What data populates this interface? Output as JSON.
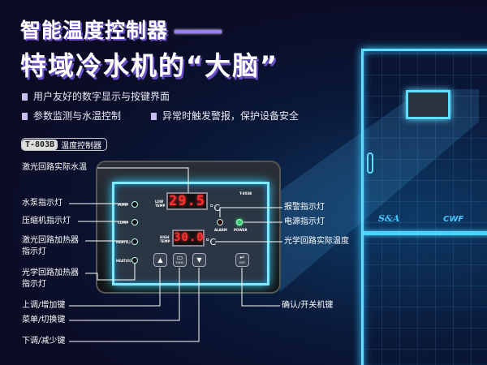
{
  "header": {
    "title_line1": "智能温度控制器",
    "title_line2": "特域冷水机的“大脑”"
  },
  "features": [
    "用户友好的数字显示与按键界面",
    "参数监测与水温控制",
    "异常时触发警报，保护设备安全"
  ],
  "badge": {
    "model": "T-803B",
    "name": "温度控制器"
  },
  "panel": {
    "model": "T-803B",
    "low_temp_label": "LOW TEMP",
    "low_temp_value": "29.5",
    "high_temp_label": "HIGH TEMP",
    "high_temp_value": "30.0",
    "unit": "°C",
    "indicators": [
      "PUMP",
      "COMP",
      "HEAT(L)",
      "HEAT(O)"
    ],
    "alarm": "ALARM",
    "power": "POWER",
    "buttons": {
      "up": "▲",
      "func": "FUNC",
      "down": "▼",
      "ent": "ENT"
    }
  },
  "callouts_left": [
    "激光回路实际水温",
    "水泵指示灯",
    "压缩机指示灯",
    "激光回路加热器",
    "指示灯",
    "光学回路加热器",
    "指示灯",
    "上调/增加键",
    "菜单/切换键",
    "下调/减少键"
  ],
  "callouts_right": [
    "报警指示灯",
    "电源指示灯",
    "光学回路实际温度",
    "确认/开关机键"
  ],
  "machine": {
    "brand": "S&A",
    "model_partial": "CWF"
  },
  "colors": {
    "accent": "#6b4fc8",
    "glow": "#5fdfff",
    "display": "#ff3030"
  }
}
